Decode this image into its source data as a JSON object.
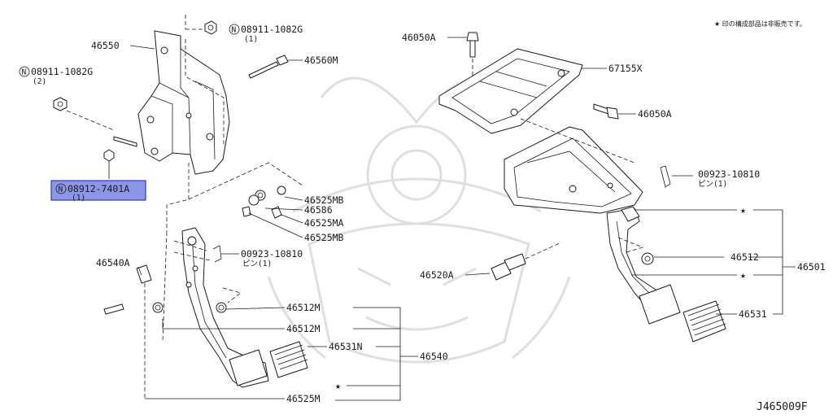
{
  "note": "★ 印の構成部品は非販売です。",
  "reference_code": "J465009F",
  "colors": {
    "highlight_fill": "#8c96e6",
    "highlight_stroke": "#2b3bb8",
    "ink": "#1a1a1a"
  },
  "labels": {
    "p46550": "46550",
    "n08911_a": "08911-1082G",
    "n08911_a_qty": "(1)",
    "p46560M": "46560M",
    "n08911_b": "08911-1082G",
    "n08911_b_qty": "(2)",
    "n08912": "08912-7401A",
    "n08912_qty": "(1)",
    "p46525MB_a": "46525MB",
    "p46586": "46586",
    "p46525MA": "46525MA",
    "p46525MB_b": "46525MB",
    "p00923_left": "00923-10810",
    "pin_left": "ピン(1)",
    "p46540A": "46540A",
    "p46512M_a": "46512M",
    "p46512M_b": "46512M",
    "p46531N": "46531N",
    "p46540": "46540",
    "p46525M": "46525M",
    "p46050A_top": "46050A",
    "p67155X": "67155X",
    "p46050A_right": "46050A",
    "p00923_right": "00923-10810",
    "pin_right": "ピン(1)",
    "p46512": "46512",
    "p46501": "46501",
    "p46520A": "46520A",
    "p46531": "46531",
    "star": "★",
    "circled_n": "N"
  }
}
